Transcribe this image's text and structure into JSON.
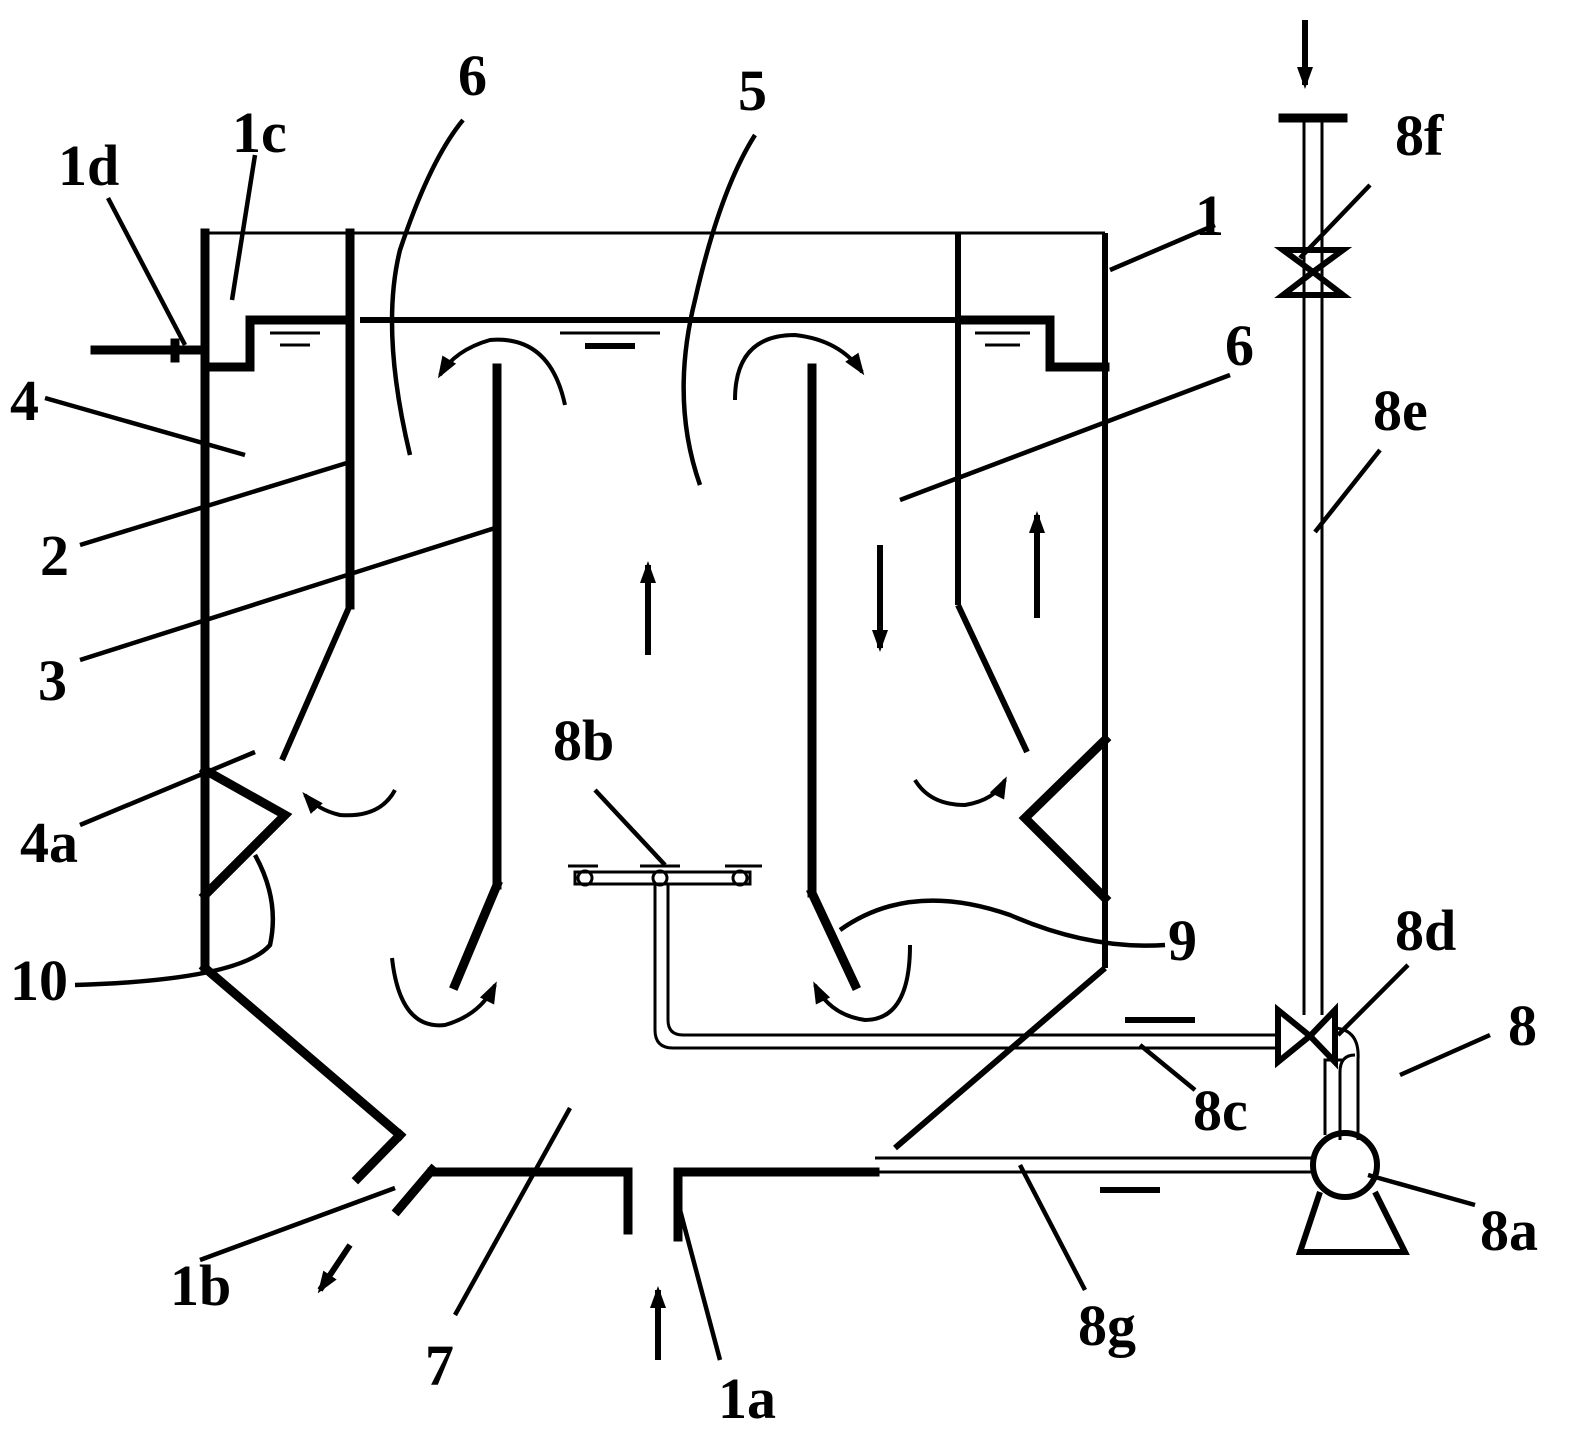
{
  "labels": {
    "l1": "1",
    "l1a": "1a",
    "l1b": "1b",
    "l1c": "1c",
    "l1d": "1d",
    "l2": "2",
    "l3": "3",
    "l4": "4",
    "l4a": "4a",
    "l5": "5",
    "l6a": "6",
    "l6b": "6",
    "l7": "7",
    "l8": "8",
    "l8a": "8a",
    "l8b": "8b",
    "l8c": "8c",
    "l8d": "8d",
    "l8e": "8e",
    "l8f": "8f",
    "l8g": "8g",
    "l9": "9",
    "l10": "10"
  }
}
